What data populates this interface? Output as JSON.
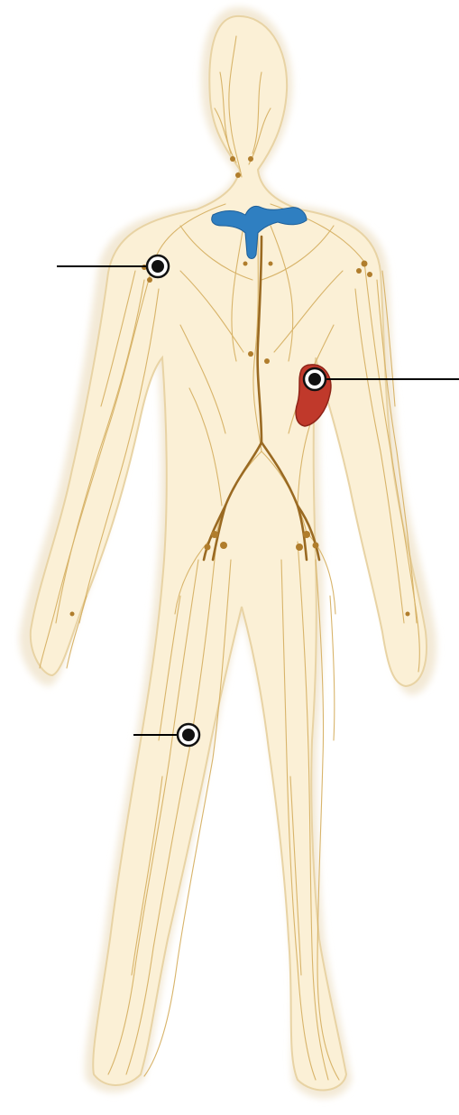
{
  "diagram": {
    "subject": "human-lymphatic-system",
    "labels": [],
    "markers": [
      {
        "id": "axillary-node",
        "name": "axillary-lymph-node-marker"
      },
      {
        "id": "spleen",
        "name": "spleen-marker"
      },
      {
        "id": "inguinal-knee",
        "name": "lower-limb-node-marker"
      }
    ],
    "colors": {
      "body_fill": "#fbf0d6",
      "body_outline": "#e8d3a4",
      "vessel": "#c99a3a",
      "vessel_dark": "#8a5a1a",
      "subclavian_vein": "#2f7fc1",
      "spleen": "#c0392b",
      "marker": "#111111",
      "leader_line": "#000000"
    }
  }
}
